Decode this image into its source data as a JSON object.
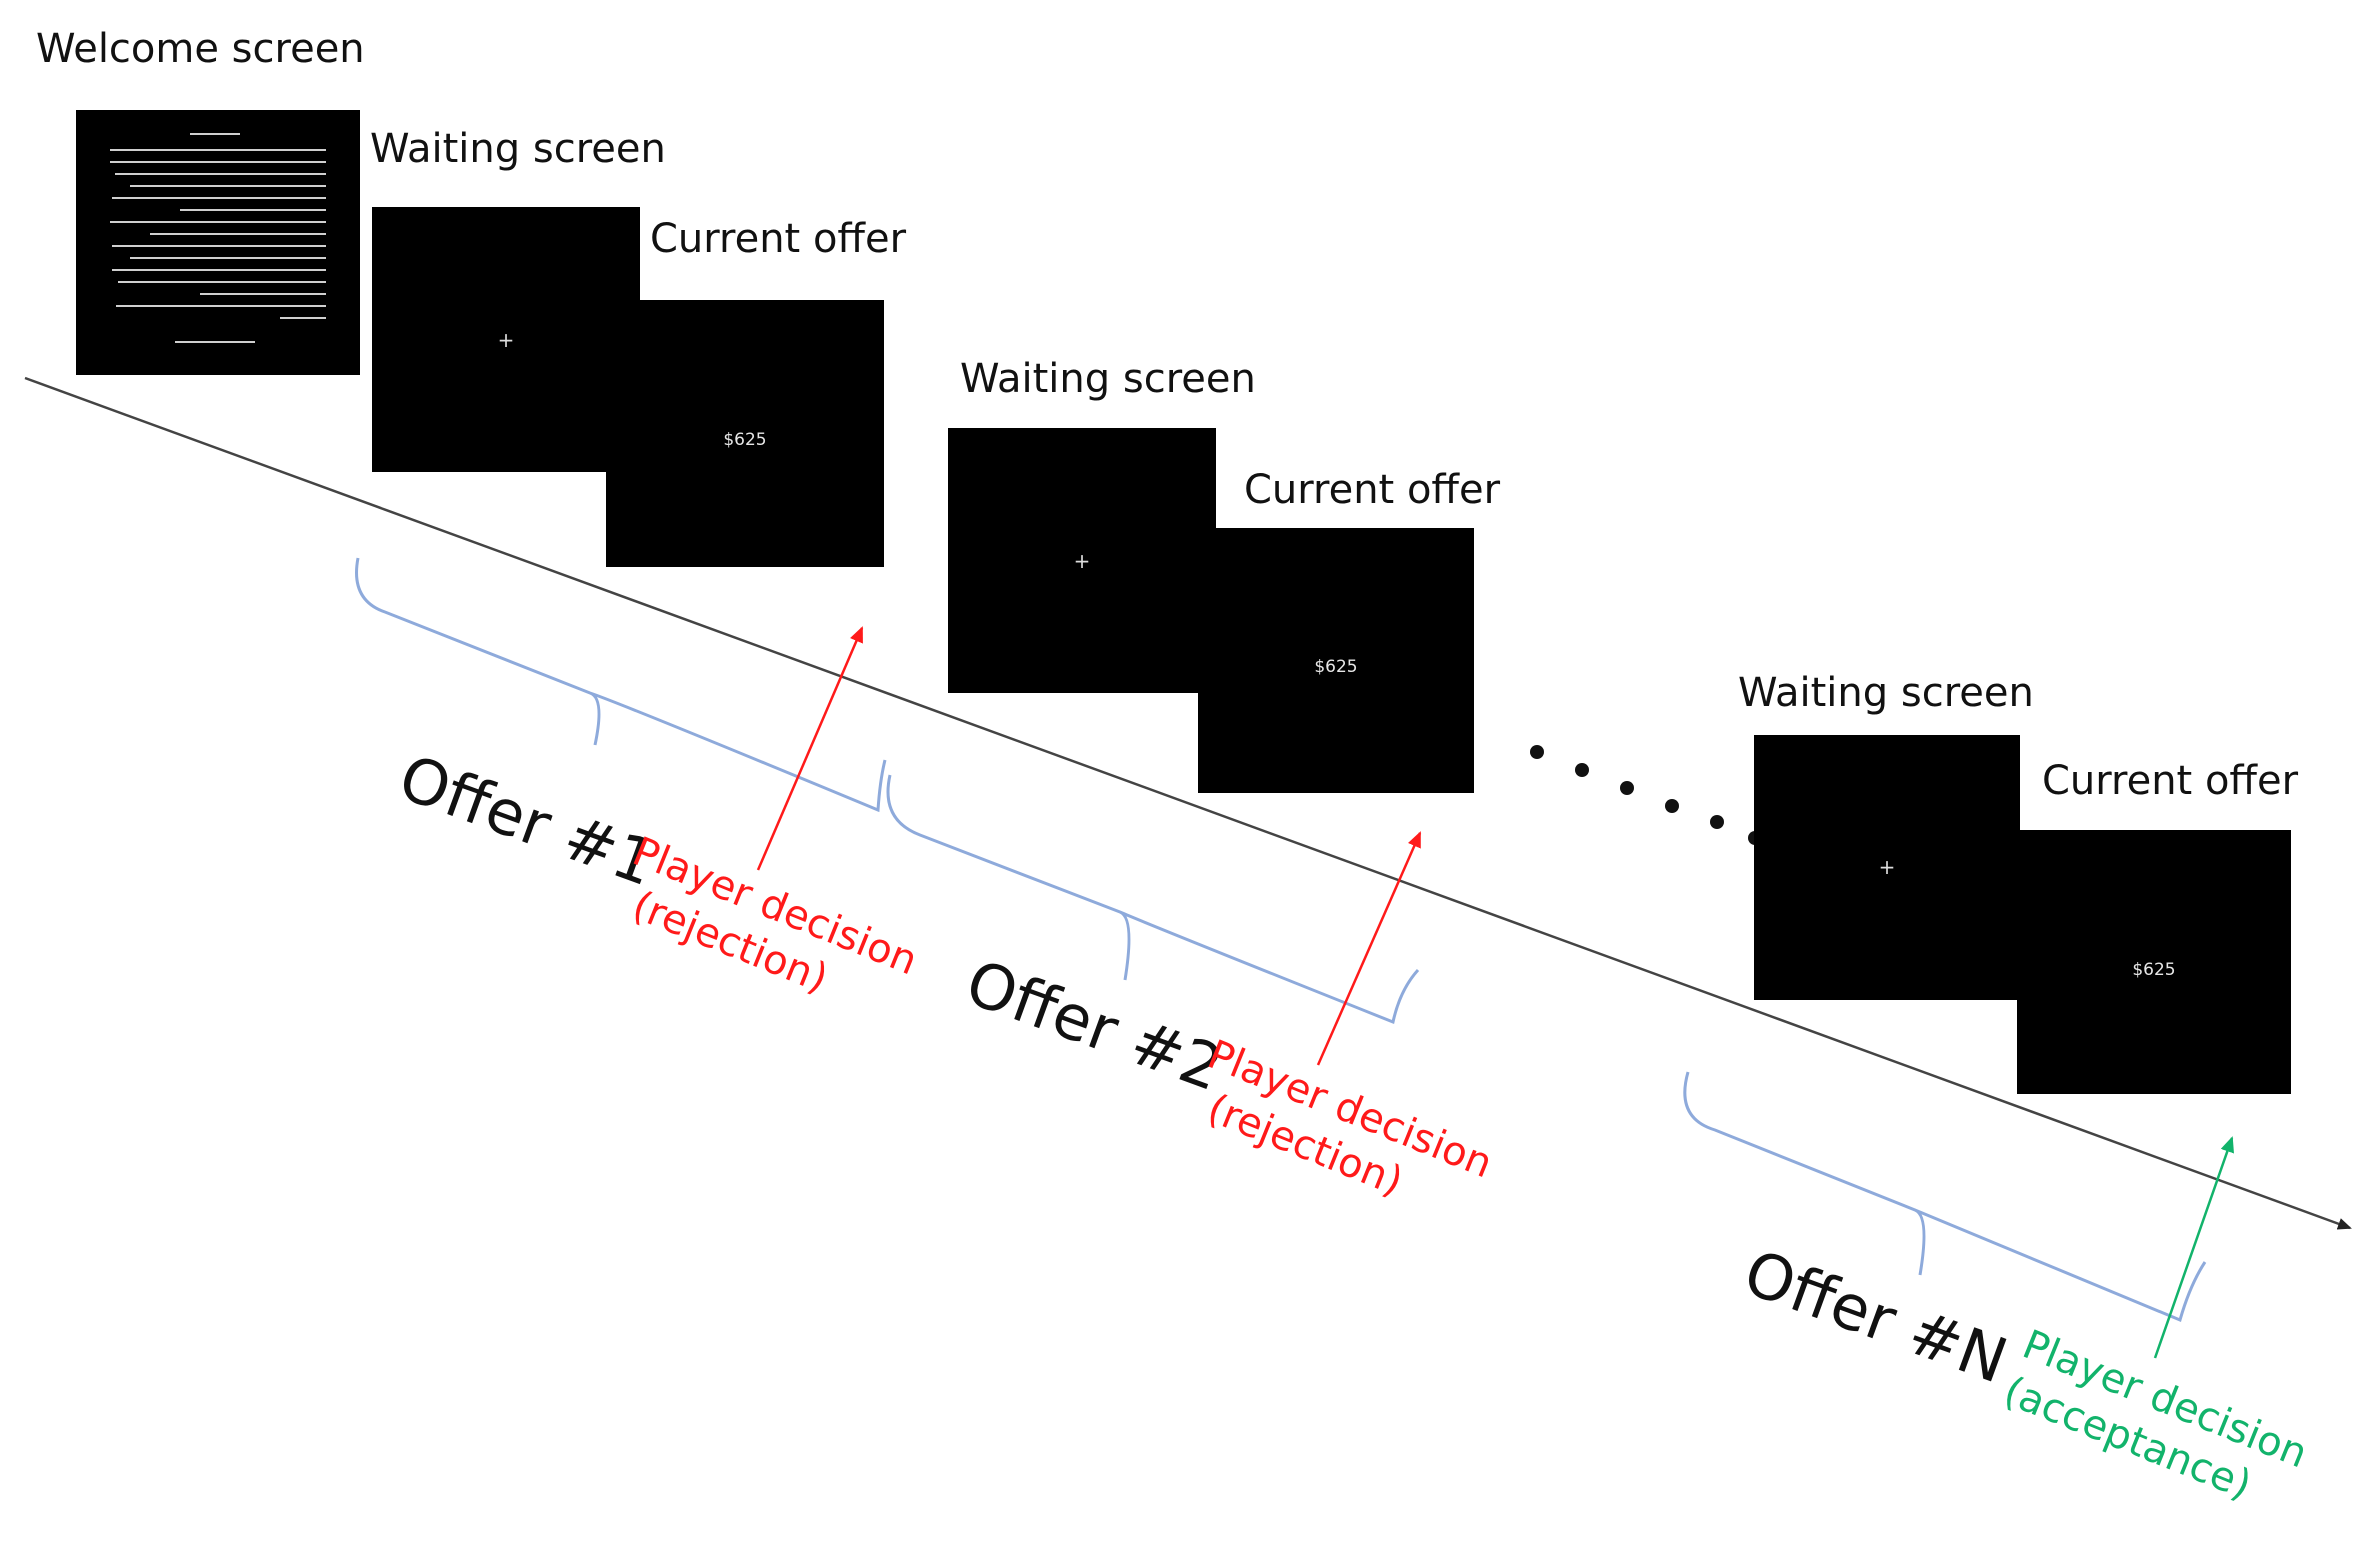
{
  "colors": {
    "timeline": "#444444",
    "screen": "#000000",
    "brace": "#8eaadb",
    "rejection": "#ff1a1a",
    "acceptance": "#12b36b",
    "text": "#111111"
  },
  "welcome": {
    "label": "Welcome screen"
  },
  "trials": [
    {
      "waiting_label": "Waiting screen",
      "offer_screen_label": "Current offer",
      "fixation": "+",
      "offer_amount": "$625",
      "offer_label": "Offer #1",
      "decision_line1": "Player decision",
      "decision_line2": "(rejection)"
    },
    {
      "waiting_label": "Waiting screen",
      "offer_screen_label": "Current offer",
      "fixation": "+",
      "offer_amount": "$625",
      "offer_label": "Offer #2",
      "decision_line1": "Player decision",
      "decision_line2": "(rejection)"
    },
    {
      "waiting_label": "Waiting screen",
      "offer_screen_label": "Current offer",
      "fixation": "+",
      "offer_amount": "$625",
      "offer_label": "Offer #N",
      "decision_line1": "Player decision",
      "decision_line2": "(acceptance)"
    }
  ]
}
